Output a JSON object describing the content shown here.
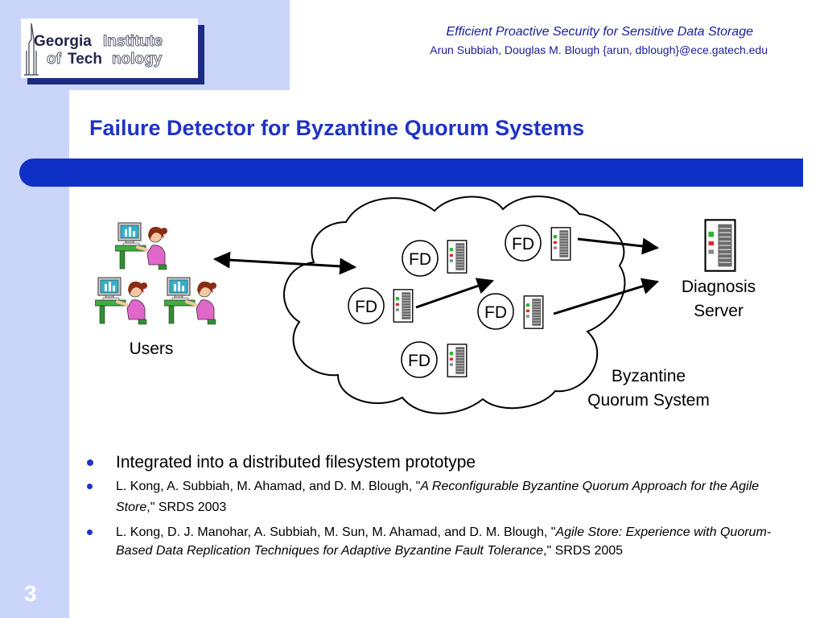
{
  "header": {
    "title": "Efficient Proactive Security for Sensitive Data Storage",
    "authors": "Arun Subbiah, Douglas M. Blough {arun, dblough}@ece.gatech.edu"
  },
  "logo": {
    "line1a": "Georgia",
    "line1b": "Institute",
    "line2a": "of ",
    "line2b": "Tech",
    "line2c": "nology"
  },
  "slide": {
    "title": "Failure Detector for Byzantine Quorum Systems",
    "page_number": "3"
  },
  "diagram": {
    "fd_label": "FD",
    "users_label": "Users",
    "server_label_1": "Diagnosis",
    "server_label_2": "Server",
    "quorum_label_1": "Byzantine",
    "quorum_label_2": "Quorum System",
    "icons": [
      "user-at-computer-icon",
      "server-icon"
    ],
    "colors": {
      "user_shirt": "#e067c9",
      "hair": "#8a2c14",
      "monitor": "#2fb2ce",
      "desk": "#3fae3f"
    }
  },
  "bullets": [
    {
      "text": "Integrated into a distributed filesystem prototype"
    },
    {
      "pre": "L. Kong, A. Subbiah, M. Ahamad, and D. M. Blough, \"",
      "italic": "A Reconfigurable Byzantine Quorum Approach for the Agile Store",
      "post": ",\" SRDS 2003"
    },
    {
      "pre": "L. Kong, D. J. Manohar, A. Subbiah, M. Sun, M. Ahamad, and D. M. Blough, \"",
      "italic": "Agile Store: Experience with Quorum-Based Data Replication Techniques for Adaptive Byzantine Fault Tolerance",
      "post": ",\" SRDS 2005"
    }
  ],
  "colors": {
    "accent": "#1f33c4",
    "band": "#c9d6fa",
    "bar": "#0f30c6",
    "header_text": "#1b1b9b"
  }
}
